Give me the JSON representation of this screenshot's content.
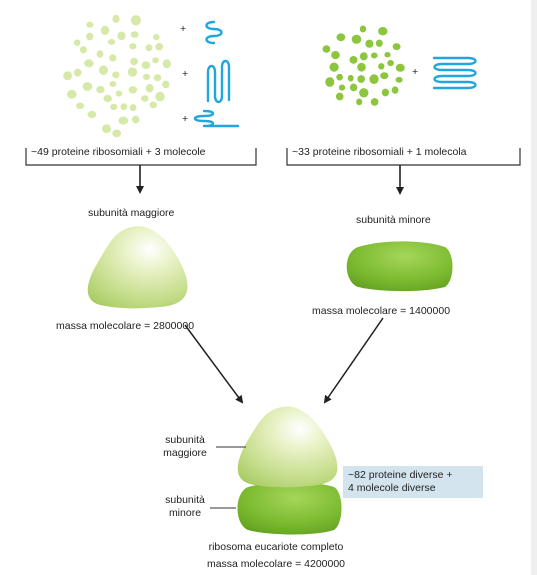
{
  "colors": {
    "light_green": "#cfe3a0",
    "dark_green": "#8cc63e",
    "rna_blue": "#22a6e0",
    "box_blue": "#d3e4ee"
  },
  "large_subunit": {
    "components": "~49 proteine ribosomiali + 3 molecole",
    "name": "subunità maggiore",
    "mass": "massa molecolare = 2800000",
    "plus_signs": [
      "+",
      "+",
      "+"
    ]
  },
  "small_subunit": {
    "components": "~33 proteine ribosomiali + 1 molecola",
    "name": "subunità minore",
    "mass": "massa molecolare = 1400000",
    "plus_signs": [
      "+"
    ]
  },
  "complete": {
    "label_large": "subunità\nmaggiore",
    "label_small": "subunità\nminore",
    "summary": "~82 proteine diverse +\n4 molecole diverse",
    "title": "ribosoma eucariote completo",
    "mass": "massa molecolare = 4200000"
  }
}
